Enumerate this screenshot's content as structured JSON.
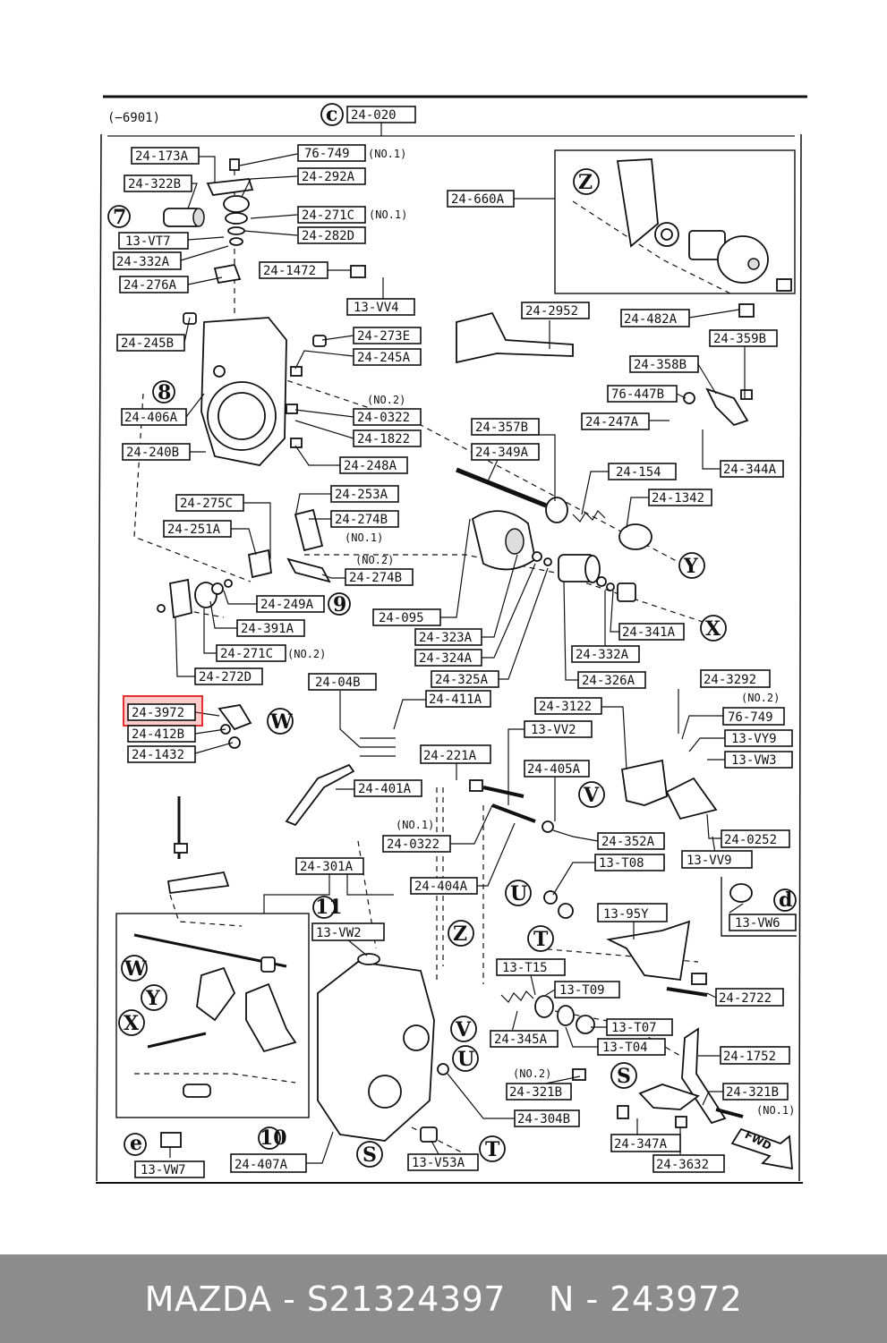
{
  "header": {
    "range": "(−6901)",
    "group_circle": "c",
    "group_code": "24-020"
  },
  "circles": {
    "c7": "7",
    "c8": "8",
    "c9": "9",
    "c10": "10",
    "c11": "11",
    "Z1": "Z",
    "Z2": "Z",
    "Y1": "Y",
    "Y2": "Y",
    "X1": "X",
    "X2": "X",
    "W1": "W",
    "W2": "W",
    "V1": "V",
    "V2": "V",
    "U1": "U",
    "U2": "U",
    "T1": "T",
    "T2": "T",
    "S1": "S",
    "S2": "S",
    "d": "d",
    "e": "e"
  },
  "labels": {
    "p24_173A": "24-173A",
    "p76_749a": "76-749",
    "no1a": "(NO.1)",
    "p24_292A": "24-292A",
    "p24_322B": "24-322B",
    "p24_271Ca": "24-271C",
    "no1b": "(NO.1)",
    "p13_VT7": "13-VT7",
    "p24_282D": "24-282D",
    "p24_332A_l": "24-332A",
    "p24_276A": "24-276A",
    "p24_1472": "24-1472",
    "p13_VV4": "13-VV4",
    "p24_660A": "24-660A",
    "p24_2952": "24-2952",
    "p24_482A": "24-482A",
    "p24_245B": "24-245B",
    "p24_273E": "24-273E",
    "p24_245A": "24-245A",
    "p24_359B": "24-359B",
    "p24_358B": "24-358B",
    "p76_447B": "76-447B",
    "no2a": "(NO.2)",
    "p24_0322a": "24-0322",
    "p24_247A": "24-247A",
    "p24_406A": "24-406A",
    "p24_1822": "24-1822",
    "p24_357B": "24-357B",
    "p24_240B": "24-240B",
    "p24_248A": "24-248A",
    "p24_349A": "24-349A",
    "p24_344A": "24-344A",
    "p24_154": "24-154",
    "p24_1342": "24-1342",
    "p24_275C": "24-275C",
    "p24_253A": "24-253A",
    "p24_274Ba": "24-274B",
    "no1c": "(NO.1)",
    "p24_251A": "24-251A",
    "no2b": "(NO.2)",
    "p24_274Bb": "24-274B",
    "p24_249A": "24-249A",
    "p24_095": "24-095",
    "p24_391A": "24-391A",
    "p24_341A": "24-341A",
    "p24_323A": "24-323A",
    "p24_271Cb": "24-271C",
    "no2c": "(NO.2)",
    "p24_332A_r": "24-332A",
    "p24_324A": "24-324A",
    "p24_272D": "24-272D",
    "p24_325A": "24-325A",
    "p24_326A": "24-326A",
    "p24_04B": "24-04B",
    "p24_3292": "24-3292",
    "p24_411A": "24-411A",
    "no2d": "(NO.2)",
    "p24_3972": "24-3972",
    "p24_3122": "24-3122",
    "p76_749b": "76-749",
    "p24_412B": "24-412B",
    "p13_VV2": "13-VV2",
    "p13_VY9": "13-VY9",
    "p24_1432": "24-1432",
    "p24_221A": "24-221A",
    "p13_VW3": "13-VW3",
    "p24_405A": "24-405A",
    "p24_401A": "24-401A",
    "p24_0252": "24-0252",
    "no1d": "(NO.1)",
    "p24_0322b": "24-0322",
    "p24_352A": "24-352A",
    "p13_T08": "13-T08",
    "p13_VV9": "13-VV9",
    "p24_301A": "24-301A",
    "p24_404A": "24-404A",
    "p13_VW6": "13-VW6",
    "p13_95Y": "13-95Y",
    "p13_VW2": "13-VW2",
    "p13_T15": "13-T15",
    "p13_T09": "13-T09",
    "p24_2722": "24-2722",
    "p13_T07": "13-T07",
    "p13_T04": "13-T04",
    "p24_345A": "24-345A",
    "p24_1752": "24-1752",
    "no2e": "(NO.2)",
    "p24_321Ba": "24-321B",
    "p24_321Bb": "24-321B",
    "no1e": "(NO.1)",
    "p24_304B": "24-304B",
    "p24_347A": "24-347A",
    "p24_3632": "24-3632",
    "p24_407A": "24-407A",
    "p13_V53A": "13-V53A",
    "p13_VW7": "13-VW7",
    "fwd": "FWD"
  },
  "highlight": {
    "part": "24-3972",
    "color": "#e53030"
  },
  "footer": {
    "left": "MAZDA - S21324397",
    "right": "N - 243972"
  }
}
